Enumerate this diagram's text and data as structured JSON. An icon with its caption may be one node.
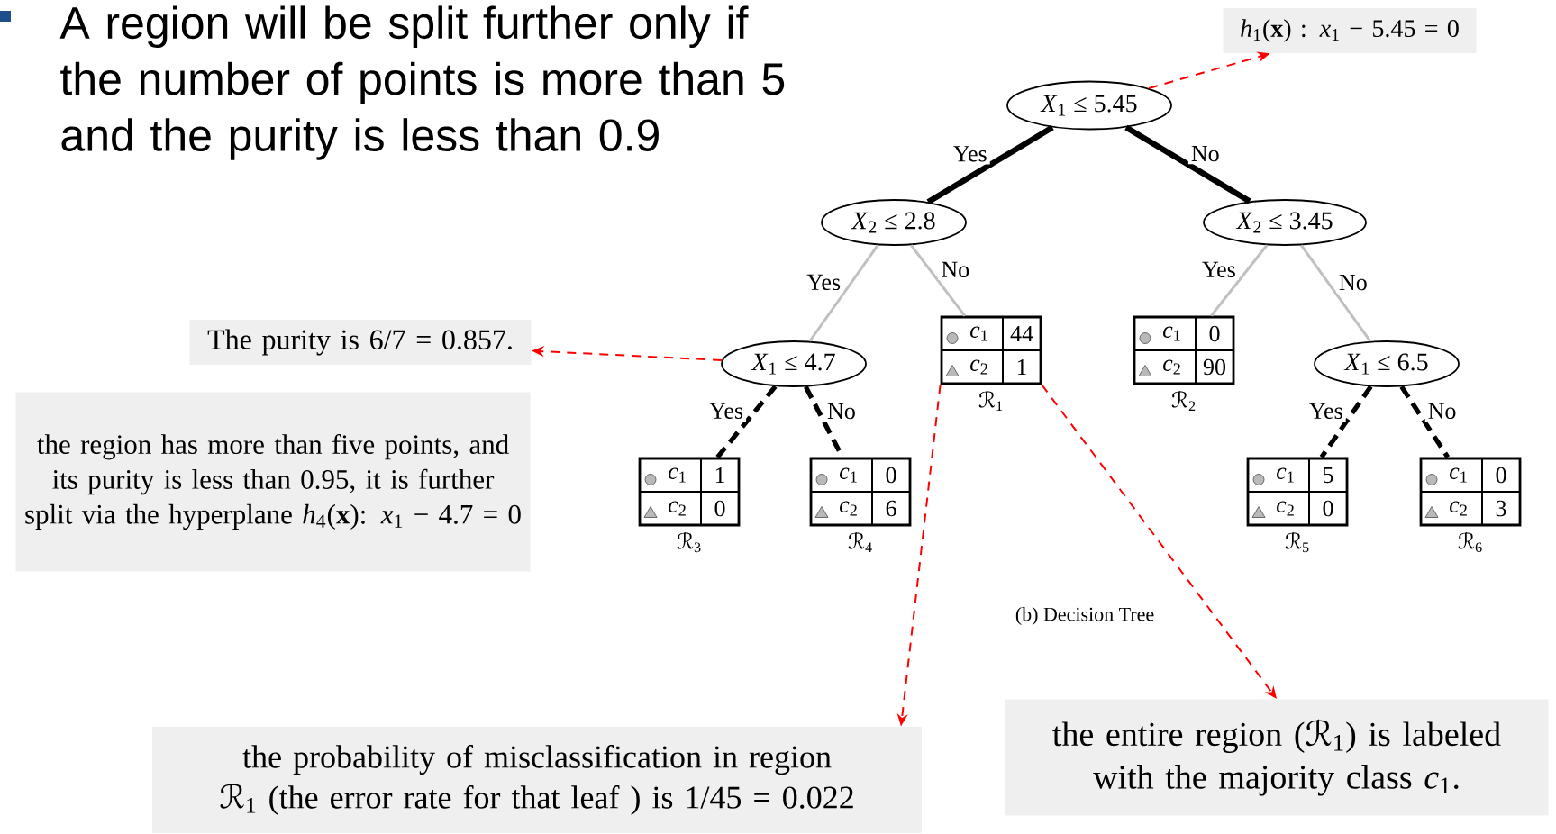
{
  "diagram": {
    "caption": "(b) Decision Tree",
    "nodes": [
      {
        "text": [
          "*X*$_{1}$ ≤ 5.45"
        ]
      },
      {
        "text": [
          "*X*$_{2}$ ≤ 2.8"
        ]
      },
      {
        "text": [
          "*X*$_{2}$ ≤ 3.45"
        ]
      },
      {
        "text": [
          "*X*$_{1}$ ≤ 4.7"
        ]
      },
      {
        "text": [
          "*c*$_{1}$",
          "44",
          "*c*$_{2}$",
          "1"
        ],
        "beside": [
          "ℛ$_{1}$"
        ]
      },
      {
        "text": [
          "*c*$_{1}$",
          "0",
          "*c*$_{2}$",
          "90"
        ],
        "beside": [
          "ℛ$_{2}$"
        ]
      },
      {
        "text": [
          "*X*$_{1}$ ≤ 6.5"
        ]
      },
      {
        "text": [
          "*c*$_{1}$",
          "1",
          "*c*$_{2}$",
          "0"
        ],
        "beside": [
          "ℛ$_{3}$"
        ]
      },
      {
        "text": [
          "*c*$_{1}$",
          "0",
          "*c*$_{2}$",
          "6"
        ],
        "beside": [
          "ℛ$_{4}$"
        ]
      },
      {
        "text": [
          "*c*$_{1}$",
          "5",
          "*c*$_{2}$",
          "0"
        ],
        "beside": [
          "ℛ$_{5}$"
        ]
      },
      {
        "text": [
          "*c*$_{1}$",
          "0",
          "*c*$_{2}$",
          "3"
        ],
        "beside": [
          "ℛ$_{6}$"
        ]
      },
      {
        "text": [
          "*h*$_{1}$(**x**) : *x*$_{1}$ − 5.45 = 0"
        ]
      },
      {
        "text": [
          "The purity is 6/7 = 0.857."
        ]
      },
      {
        "text": [
          "the region has more than five points, and its purity is less than 0.95, it is further split via the hyperplane *h*$_{4}$(**x**): *x*$_{1}$ − 4.7 = 0"
        ]
      },
      {
        "text": [
          "the probability of misclassification in region ℛ$_{1}$ (the error rate for that leaf ) is 1/45 = 0.022"
        ]
      },
      {
        "text": [
          "the entire region (ℛ$_{1}$) is labeled with the majority class *c*$_{1}$."
        ]
      }
    ],
    "edges": [
      {
        "from": 0,
        "to": 1,
        "arrow": "none",
        "label": "Yes",
        "style": "thick"
      },
      {
        "from": 0,
        "to": 2,
        "arrow": "none",
        "label": "No",
        "style": "thick"
      },
      {
        "from": 1,
        "to": 3,
        "arrow": "none",
        "label": "Yes",
        "color": "#c0c0c0"
      },
      {
        "from": 1,
        "to": 4,
        "arrow": "none",
        "label": "No",
        "color": "#c0c0c0"
      },
      {
        "from": 2,
        "to": 5,
        "arrow": "none",
        "label": "Yes",
        "color": "#c0c0c0"
      },
      {
        "from": 2,
        "to": 6,
        "arrow": "none",
        "label": "No",
        "color": "#c0c0c0"
      },
      {
        "from": 3,
        "to": 7,
        "arrow": "none",
        "label": "Yes",
        "style": "dashed"
      },
      {
        "from": 3,
        "to": 8,
        "arrow": "none",
        "label": "No",
        "style": "dashed"
      },
      {
        "from": 6,
        "to": 9,
        "arrow": "none",
        "label": "Yes",
        "style": "dashed"
      },
      {
        "from": 6,
        "to": 10,
        "arrow": "none",
        "label": "No",
        "style": "dashed"
      },
      {
        "from": 0,
        "to": 11,
        "arrow": "to",
        "style": "dashed",
        "color": "#ff0000"
      },
      {
        "from": 3,
        "to": 12,
        "arrow": "to",
        "style": "dashed",
        "color": "#ff0000"
      },
      {
        "from": 4,
        "to": 14,
        "arrow": "to",
        "style": "dashed",
        "color": "#ff0000"
      },
      {
        "from": 4,
        "to": 15,
        "arrow": "to",
        "style": "dashed",
        "color": "#ff0000"
      }
    ],
    "labels": [
      "A region will be split further only if the number of points is more than 5 and the purity is less than 0.9"
    ]
  }
}
